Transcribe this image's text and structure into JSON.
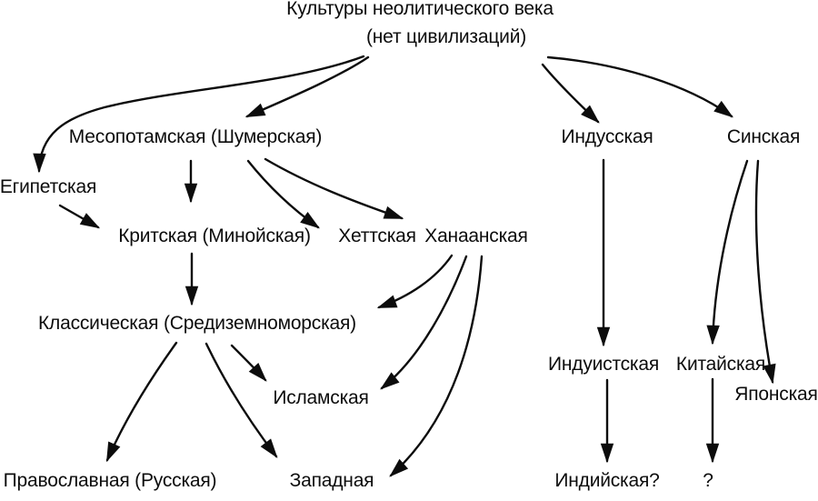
{
  "diagram": {
    "type": "flowchart",
    "language": "ru",
    "title_node": {
      "line1": "Культуры неолитического века",
      "line2": "(нет цивилизаций)"
    },
    "nodes": {
      "mesopotamian": "Месопотамская (Шумерская)",
      "egyptian": "Египетская",
      "cretan": "Критская (Минойская)",
      "hittite": "Хеттская",
      "canaanite": "Ханаанская",
      "classical": "Классическая (Средиземноморская)",
      "islamic": "Исламская",
      "orthodox": "Православная (Русская)",
      "western": "Западная",
      "indic": "Индусская",
      "sinic": "Синская",
      "hindu": "Индуистская",
      "chinese": "Китайская",
      "japanese": "Японская",
      "indian": "Индийская?",
      "unknown": "?"
    },
    "edges": [
      {
        "from": "neolithic",
        "to": "egyptian"
      },
      {
        "from": "neolithic",
        "to": "mesopotamian"
      },
      {
        "from": "neolithic",
        "to": "indic"
      },
      {
        "from": "neolithic",
        "to": "sinic"
      },
      {
        "from": "mesopotamian",
        "to": "cretan"
      },
      {
        "from": "mesopotamian",
        "to": "hittite"
      },
      {
        "from": "mesopotamian",
        "to": "canaanite"
      },
      {
        "from": "egyptian",
        "to": "cretan"
      },
      {
        "from": "cretan",
        "to": "classical"
      },
      {
        "from": "canaanite",
        "to": "classical"
      },
      {
        "from": "canaanite",
        "to": "islamic"
      },
      {
        "from": "canaanite",
        "to": "western"
      },
      {
        "from": "classical",
        "to": "orthodox"
      },
      {
        "from": "classical",
        "to": "islamic"
      },
      {
        "from": "classical",
        "to": "western"
      },
      {
        "from": "indic",
        "to": "hindu"
      },
      {
        "from": "sinic",
        "to": "chinese"
      },
      {
        "from": "sinic",
        "to": "japanese"
      },
      {
        "from": "hindu",
        "to": "indian"
      },
      {
        "from": "chinese",
        "to": "unknown"
      }
    ],
    "colors": {
      "ink": "#0c0c0c",
      "background": "#ffffff"
    }
  }
}
